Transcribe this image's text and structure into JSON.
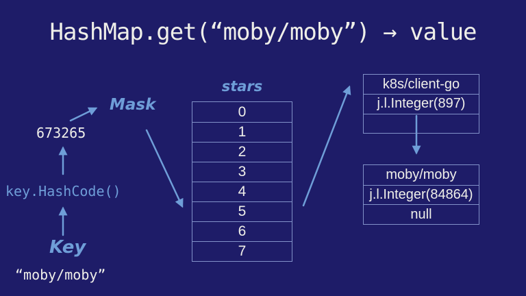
{
  "title": "HashMap.get(“moby/moby”) → value",
  "colors": {
    "background": "#1e1c68",
    "accent": "#6f9ed8",
    "border": "#8292c9",
    "text": "#efefe9"
  },
  "left_flow": {
    "key_literal": "“moby/moby”",
    "key_label": "Key",
    "hash_fn": "key.HashCode()",
    "hash_value": "673265",
    "mask_label": "Mask"
  },
  "buckets": {
    "label": "stars",
    "rows": [
      "0",
      "1",
      "2",
      "3",
      "4",
      "5",
      "6",
      "7"
    ]
  },
  "entry_top": {
    "rows": [
      "k8s/client-go",
      "j.l.Integer(897)",
      ""
    ]
  },
  "entry_bottom": {
    "rows": [
      "moby/moby",
      "j.l.Integer(84864)",
      "null"
    ]
  }
}
